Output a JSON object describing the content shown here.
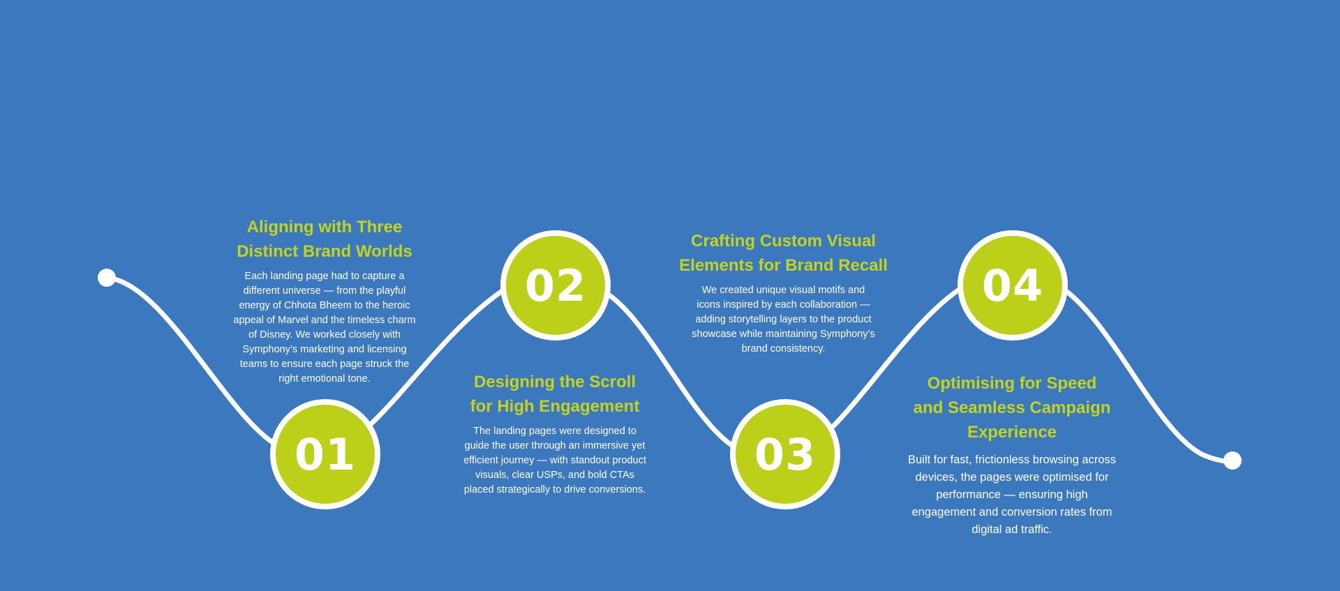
{
  "colors": {
    "background": "#3c78be",
    "accent": "#bccf19",
    "title": "#c3d41e",
    "line": "#ffffff"
  },
  "steps": [
    {
      "number": "01",
      "title_line1": "Aligning with Three",
      "title_line2": "Distinct Brand Worlds",
      "body": "Each landing page had to capture a different universe — from the playful energy of Chhota Bheem to the heroic appeal of Marvel and the timeless charm of Disney. We worked closely with Symphony’s marketing and licensing teams to ensure each page struck the right emotional tone."
    },
    {
      "number": "02",
      "title_line1": "Designing the Scroll",
      "title_line2": "for High Engagement",
      "body": "The landing pages were designed to guide the user through an immersive yet efficient journey — with standout product visuals, clear USPs, and bold CTAs placed strategically to drive conversions."
    },
    {
      "number": "03",
      "title_line1": "Crafting Custom Visual",
      "title_line2": "Elements for Brand Recall",
      "body": "We created unique visual motifs and icons inspired by each collaboration — adding storytelling layers to the product showcase while maintaining Symphony’s brand consistency."
    },
    {
      "number": "04",
      "title_line1": "Optimising for Speed",
      "title_line2": "and Seamless Campaign",
      "title_line3": "Experience",
      "body": "Built for fast, frictionless browsing across devices, the pages were optimised for performance — ensuring high engagement and conversion rates from digital ad traffic."
    }
  ]
}
